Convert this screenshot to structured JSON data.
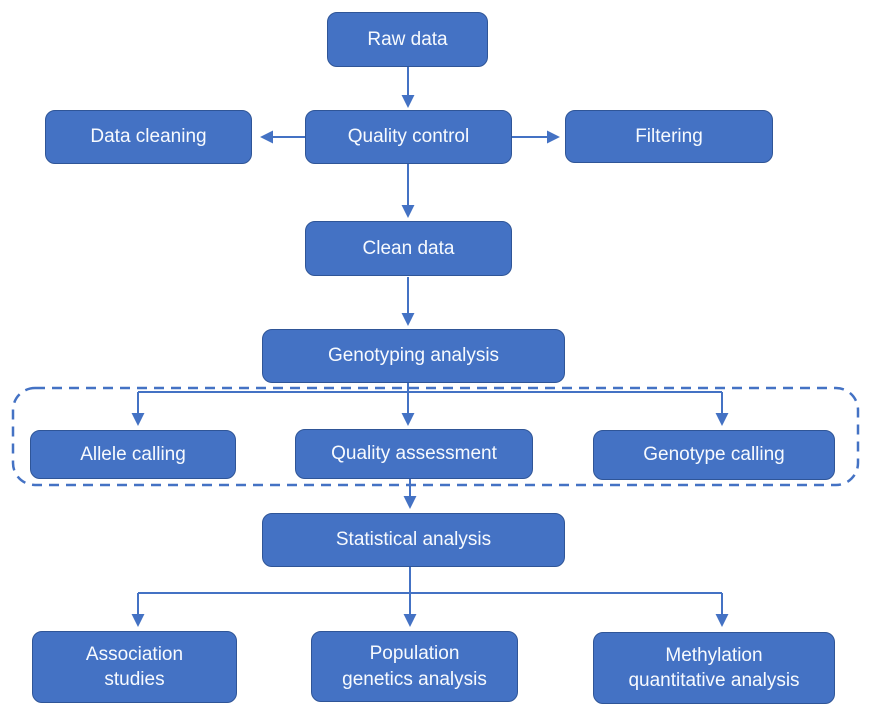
{
  "diagram": {
    "type": "flowchart",
    "nodes": {
      "raw_data": "Raw data",
      "data_cleaning": "Data cleaning",
      "quality_control": "Quality control",
      "filtering": "Filtering",
      "clean_data": "Clean data",
      "genotyping_analysis": "Genotyping analysis",
      "allele_calling": "Allele calling",
      "quality_assessment": "Quality assessment",
      "genotype_calling": "Genotype calling",
      "statistical_analysis": "Statistical analysis",
      "association_studies": "Association\nstudies",
      "population_genetics_analysis": "Population\ngenetics analysis",
      "methylation_quantitative_analysis": "Methylation\nquantitative analysis"
    },
    "groups": [
      {
        "style": "dashed-rounded-rect",
        "members": [
          "Allele calling",
          "Quality assessment",
          "Genotype calling"
        ]
      }
    ],
    "edges": [
      {
        "from": "Raw data",
        "to": "Quality control"
      },
      {
        "from": "Quality control",
        "to": "Data cleaning"
      },
      {
        "from": "Quality control",
        "to": "Filtering"
      },
      {
        "from": "Quality control",
        "to": "Clean data"
      },
      {
        "from": "Clean data",
        "to": "Genotyping analysis"
      },
      {
        "from": "Genotyping analysis",
        "to": "Allele calling"
      },
      {
        "from": "Genotyping analysis",
        "to": "Quality assessment"
      },
      {
        "from": "Genotyping analysis",
        "to": "Genotype calling"
      },
      {
        "from": "Quality assessment",
        "to": "Statistical analysis"
      },
      {
        "from": "Statistical analysis",
        "to": "Association studies"
      },
      {
        "from": "Statistical analysis",
        "to": "Population genetics analysis"
      },
      {
        "from": "Statistical analysis",
        "to": "Methylation quantitative analysis"
      }
    ],
    "colors": {
      "node_fill": "#4472C4",
      "node_border": "#2F5597",
      "arrow_color": "#4472C4",
      "dashed_border_color": "#4472C4",
      "text_color": "#F7FAFE",
      "background": "#FFFFFF"
    }
  }
}
